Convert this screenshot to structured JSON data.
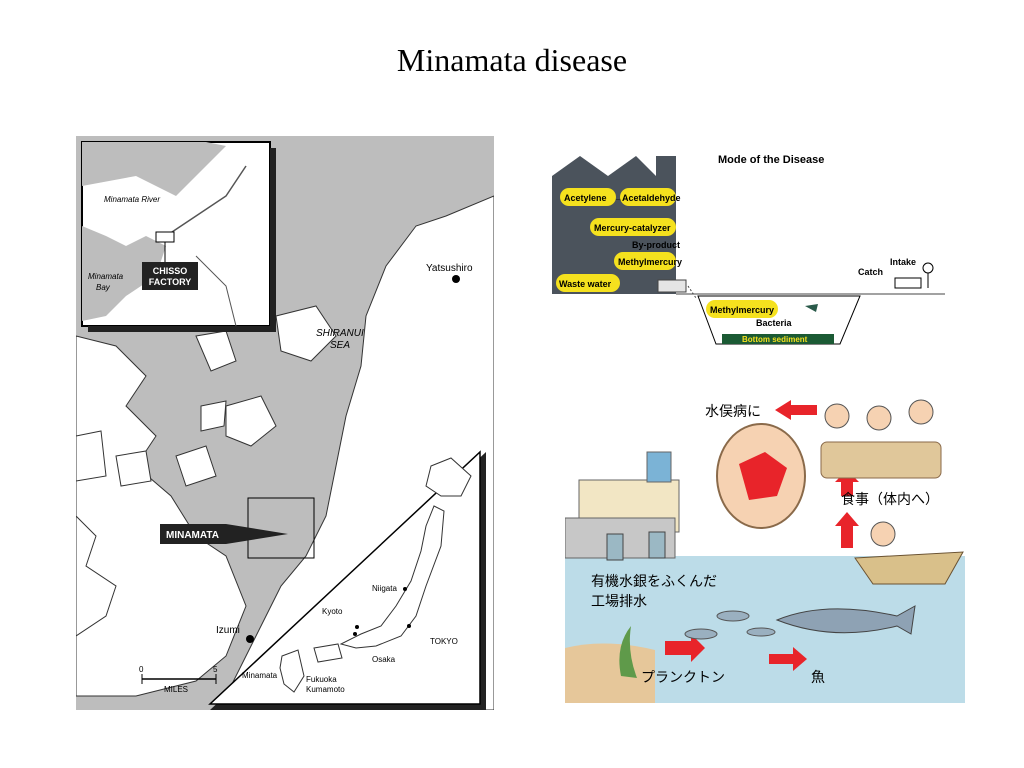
{
  "slide": {
    "title": "Minamata disease"
  },
  "map": {
    "inset_labels": {
      "river": "Minamata River",
      "bay_line1": "Minamata",
      "bay_line2": "Bay",
      "factory_line1": "CHISSO",
      "factory_line2": "FACTORY"
    },
    "places": {
      "yatsushiro": "Yatsushiro",
      "sea_line1": "SHIRANUI",
      "sea_line2": "SEA",
      "minamata": "MINAMATA",
      "izumi": "Izumi"
    },
    "scale": {
      "zero": "0",
      "five": "5",
      "unit": "MILES"
    },
    "japan_labels": {
      "niigata": "Niigata",
      "kyoto": "Kyoto",
      "tokyo": "TOKYO",
      "osaka": "Osaka",
      "minamata": "Minamata",
      "fukuoka": "Fukuoka",
      "kumamoto": "Kumamoto"
    }
  },
  "mode": {
    "title": "Mode of the Disease",
    "acetylene": "Acetylene",
    "acetaldehyde": "Acetaldehyde",
    "catalyzer": "Mercury-catalyzer",
    "byproduct": "By-product",
    "methylmercury": "Methylmercury",
    "waste": "Waste water",
    "bay_methyl": "Methylmercury",
    "bacteria": "Bacteria",
    "sediment": "Bottom sediment",
    "catch": "Catch",
    "intake": "Intake",
    "arrow": "→"
  },
  "cycle": {
    "disease": "水俣病に",
    "meal": "食事（体内へ）",
    "wastewater_line1": "有機水銀をふくんだ",
    "wastewater_line2": "工場排水",
    "plankton": "プランクトン",
    "fish": "魚"
  },
  "colors": {
    "highlight": "#f5e11e",
    "factory": "#4b535c",
    "arrow_red": "#e8242a",
    "water": "#bcdce8",
    "map_land": "#ffffff",
    "map_sea": "#bdbdbd"
  }
}
